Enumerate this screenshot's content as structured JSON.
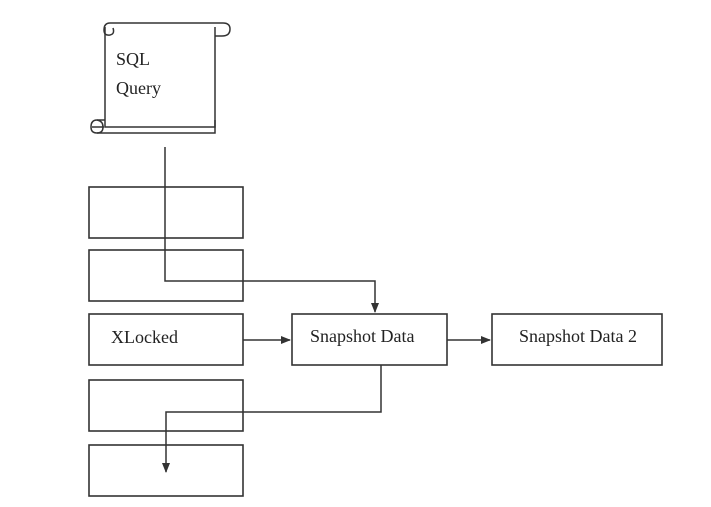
{
  "scroll_label": {
    "line1": "SQL",
    "line2": "Query"
  },
  "stack": {
    "locked_label": "XLocked"
  },
  "snapshots": {
    "first_label": "Snapshot Data",
    "second_label": "Snapshot Data 2"
  },
  "colors": {
    "stroke": "#333333",
    "background": "#ffffff"
  }
}
